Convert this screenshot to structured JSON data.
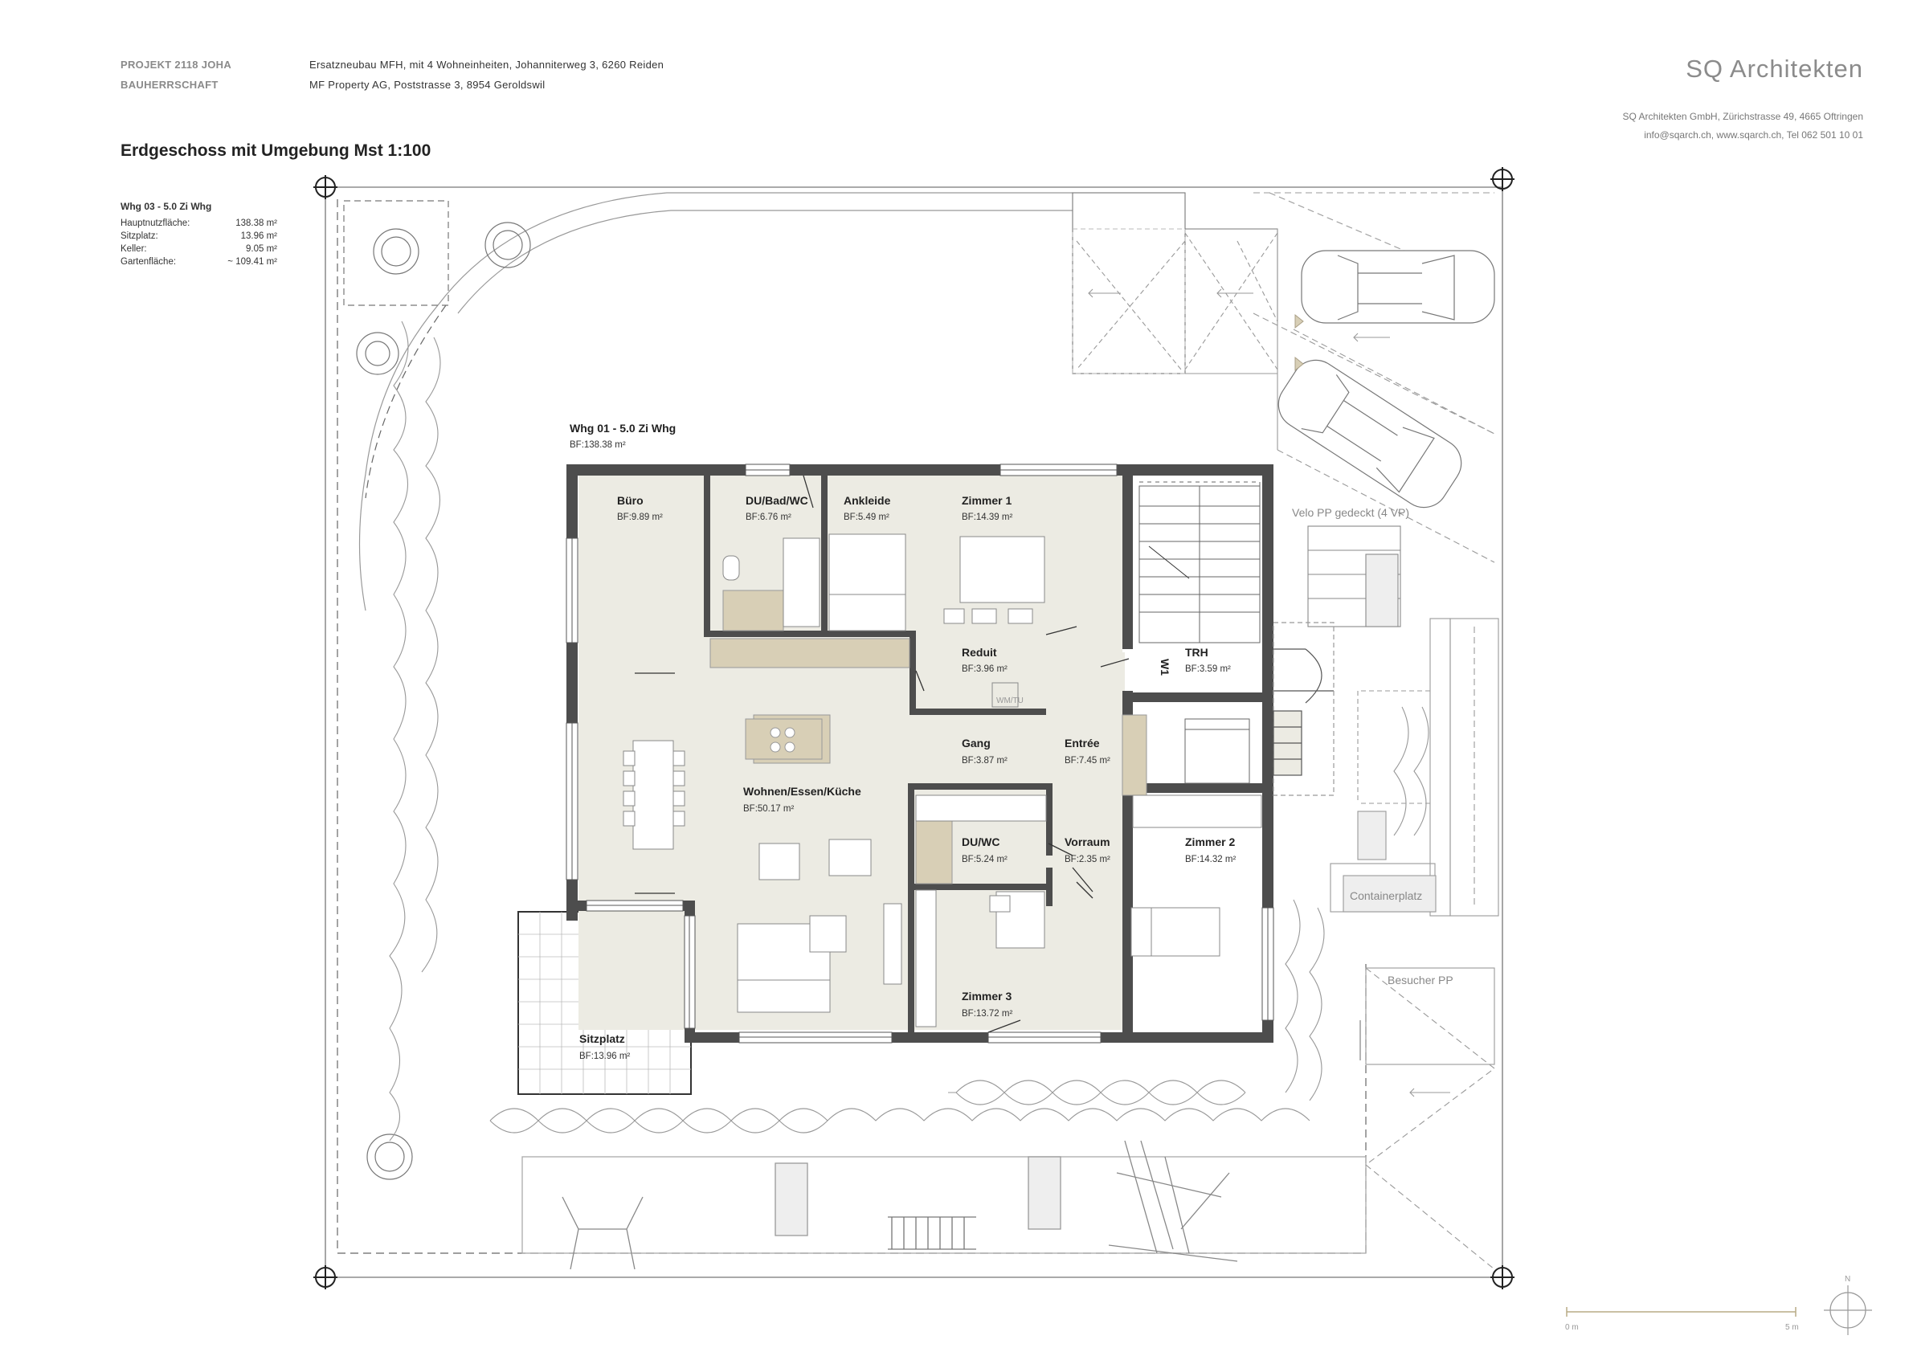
{
  "header": {
    "project_label": "PROJEKT  2118 JOHA",
    "owner_label": "BAUHERRSCHAFT",
    "project_text": "Ersatzneubau MFH, mit 4 Wohneinheiten, Johanniterweg 3, 6260 Reiden",
    "owner_text": "MF Property AG, Poststrasse 3, 8954 Geroldswil",
    "brand": "SQ Architekten",
    "address_line1": "SQ Architekten GmbH, Zürichstrasse 49, 4665 Oftringen",
    "address_line2": "info@sqarch.ch, www.sqarch.ch, Tel 062 501 10 01"
  },
  "drawing_title": "Erdgeschoss mit Umgebung Mst 1:100",
  "summary": {
    "title": "Whg 03 - 5.0 Zi Whg",
    "rows": [
      {
        "label": "Hauptnutzfläche:",
        "value": "138.38 m²"
      },
      {
        "label": "Sitzplatz:",
        "value": "13.96 m²"
      },
      {
        "label": "Keller:",
        "value": "9.05 m²"
      },
      {
        "label": "Gartenfläche:",
        "value": "~ 109.41 m²"
      }
    ]
  },
  "unit": {
    "name": "Whg 01 - 5.0 Zi Whg",
    "area": "BF:138.38 m²"
  },
  "rooms": {
    "buero": {
      "name": "Büro",
      "area": "BF:9.89 m²"
    },
    "dubad": {
      "name": "DU/Bad/WC",
      "area": "BF:6.76 m²"
    },
    "ankleide": {
      "name": "Ankleide",
      "area": "BF:5.49 m²"
    },
    "zimmer1": {
      "name": "Zimmer 1",
      "area": "BF:14.39 m²"
    },
    "reduit": {
      "name": "Reduit",
      "area": "BF:3.96 m²"
    },
    "trh": {
      "name": "TRH",
      "area": "BF:3.59 m²"
    },
    "gang": {
      "name": "Gang",
      "area": "BF:3.87 m²"
    },
    "entree": {
      "name": "Entrée",
      "area": "BF:7.45 m²"
    },
    "wohnen": {
      "name": "Wohnen/Essen/Küche",
      "area": "BF:50.17 m²"
    },
    "duwc": {
      "name": "DU/WC",
      "area": "BF:5.24 m²"
    },
    "vorraum": {
      "name": "Vorraum",
      "area": "BF:2.35 m²"
    },
    "zimmer2": {
      "name": "Zimmer 2",
      "area": "BF:14.32 m²"
    },
    "zimmer3": {
      "name": "Zimmer 3",
      "area": "BF:13.72 m²"
    },
    "sitzplatz": {
      "name": "Sitzplatz",
      "area": "BF:13.96 m²"
    }
  },
  "labels": {
    "velo": "Velo PP gedeckt (4 VP)",
    "container": "Containerplatz",
    "besucher": "Besucher PP",
    "wmtu": "WM/TU",
    "w1": "W1"
  },
  "scale": {
    "start": "0 m",
    "end": "5 m",
    "north": "N"
  },
  "colors": {
    "wall": "#4d4d4d",
    "floor": "#ecebe3",
    "fixture": "#d8cfb6",
    "line": "#999999"
  }
}
